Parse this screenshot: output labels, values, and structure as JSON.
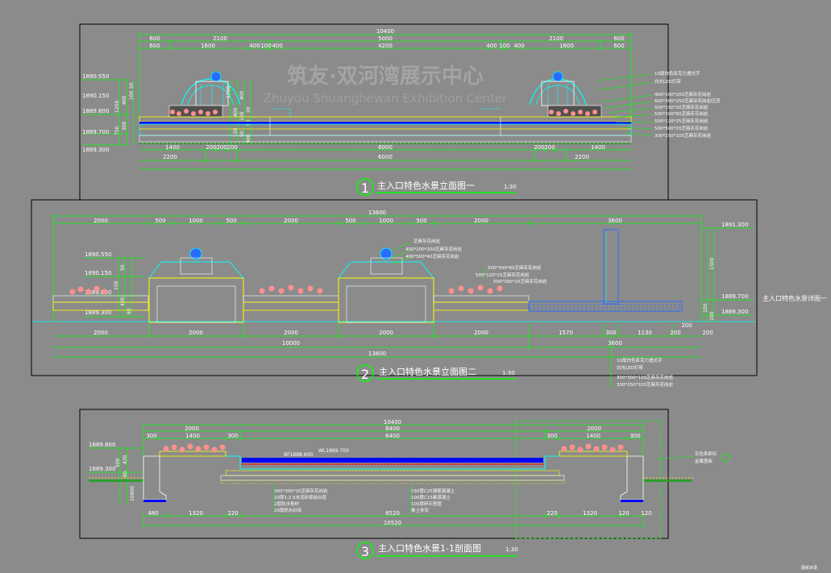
{
  "watermark": {
    "cn": "筑友·双河湾展示中心",
    "en": "Zhuyou Shuanghewan Exhibition Center"
  },
  "colors": {
    "bg": "#8b8b8b",
    "dim": "#00ff00",
    "cyan": "#00ffff",
    "yellow": "#ffff00",
    "blue": "#0000ff",
    "white": "#ffffff",
    "red": "#ff0000",
    "pink": "#ff9090",
    "green": "#2e9e2e"
  },
  "figures": [
    {
      "num": "1",
      "title": "主入口特色水景立面图一",
      "scale": "1:30"
    },
    {
      "num": "2",
      "title": "主入口特色水景立面图二",
      "scale": "1:30"
    },
    {
      "num": "3",
      "title": "主入口特色水景1-1剖面图",
      "scale": "1:30"
    }
  ],
  "fig1": {
    "dims_top": {
      "total": "10400",
      "row1": [
        "600",
        "2100",
        "5000",
        "2100",
        "600"
      ],
      "row2": [
        "600",
        "1600",
        "400",
        "100",
        "400",
        "4200",
        "400",
        "100",
        "400",
        "1600",
        "600"
      ]
    },
    "dims_bottom": {
      "row1": [
        "1400",
        "200",
        "200",
        "200",
        "6000",
        "200",
        "200",
        "1400"
      ],
      "row2": [
        "2200",
        "6000",
        "2200"
      ]
    },
    "elevations": [
      "1890.550",
      "1890.150",
      "1889.800",
      "1889.700",
      "1889.300"
    ],
    "left_vdims": [
      "1250",
      "750",
      "400",
      "300",
      "100",
      "50"
    ],
    "center_vdims": [
      "1250",
      "400",
      "150",
      "100",
      "50",
      "400",
      "20",
      "50",
      "300"
    ],
    "notes": [
      "10厚白色亚克力透光字",
      "白光LED灯带",
      "400*200*200芝麻灰花岗岩",
      "600*300*250芝麻灰花岗岩压顶",
      "500*150*20芝麻灰花岗岩",
      "500*300*60芝麻灰花岗岩",
      "500*120*25芝麻灰花岗岩",
      "500*500*20芝麻灰花岗岩",
      "300*250*100芝麻灰花岗岩"
    ]
  },
  "fig2": {
    "dims_top": {
      "total": "13600",
      "row": [
        "2000",
        "500",
        "1000",
        "500",
        "2000",
        "500",
        "1000",
        "500",
        "2000",
        "3600"
      ]
    },
    "dims_bottom": {
      "row1": [
        "2000",
        "2000",
        "2000",
        "2000",
        "2000",
        "1570",
        "300",
        "1130",
        "200"
      ],
      "row1b": [
        "200",
        "200"
      ],
      "row2": [
        "10000",
        "3600"
      ],
      "total": "13600"
    },
    "elevations_left": [
      "1890.550",
      "1890.150",
      "1889.800",
      "1889.300"
    ],
    "elevations_right": [
      "1891.300",
      "1889.700",
      "1889.300"
    ],
    "left_vdims": [
      "150",
      "50",
      "420",
      "80"
    ],
    "right_vdims": [
      "1500",
      "100",
      "100"
    ],
    "notes_mid": [
      "芝麻灰花岗岩",
      "400*200*200芝麻灰花岗岩",
      "400*500*40芝麻灰花岗岩"
    ],
    "notes_right": [
      "500*300*60芝麻灰花岗岩",
      "500*120*25芝麻灰花岗岩",
      "500*300*20芝麻灰花岗岩"
    ],
    "notes_bottom": [
      "10厚白色亚克力透光字",
      "白光LED灯带",
      "300*300*120芝麻灰花岗岩",
      "300*250*100芝麻灰花岗岩"
    ],
    "side_label": "主入口特色水景详图一"
  },
  "fig3": {
    "dims_top": {
      "total": "10400",
      "row1": "8400",
      "row2": "6400",
      "left": [
        "2000",
        "300",
        "1400",
        "300"
      ],
      "right": [
        "2000",
        "300",
        "1400",
        "300"
      ]
    },
    "dims_bottom": {
      "row1": [
        "480",
        "1320",
        "220",
        "8520",
        "220",
        "1320",
        "120",
        "120"
      ],
      "total": "10520"
    },
    "elevations": [
      "1889.800",
      "1889.300"
    ],
    "labels": {
      "bf": "BF1888.600",
      "wl": "WL1889.700"
    },
    "left_vdims": [
      "500",
      "420",
      "80",
      "10800"
    ],
    "notes": [
      "300*300*20芝麻灰花岗岩",
      "20厚1:2.5水泥砂浆结合层",
      "2层防水卷材",
      "20厚防水砂浆",
      "150厚C25钢筋混凝土",
      "100厚C15素混凝土",
      "100厚碎石垫层",
      "素土夯实"
    ],
    "right_notes": [
      "灰色系卵石",
      "金属盖板"
    ],
    "corner": "图纸目录"
  }
}
